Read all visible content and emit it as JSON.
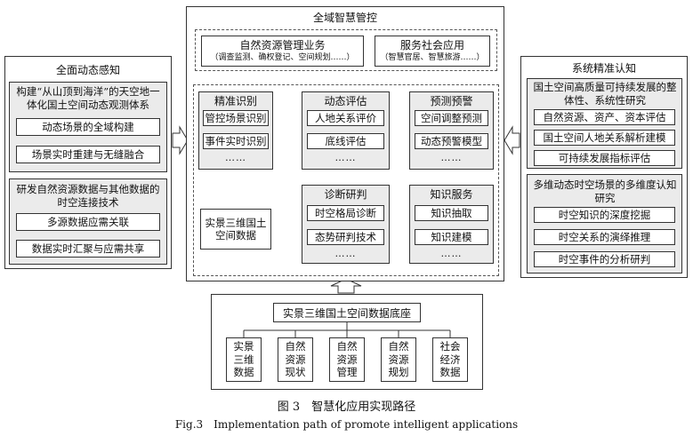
{
  "top": {
    "title": "全域智慧管控",
    "service_left": {
      "title": "自然资源管理业务",
      "sub": "（调查监测、确权登记、空间规划……）"
    },
    "service_right": {
      "title": "服务社会应用",
      "sub": "（智慧官居、智慧旅游……）"
    },
    "modules": {
      "identify": {
        "title": "精准识别",
        "items": [
          "管控场景识别",
          "事件实时识别"
        ],
        "more": "……"
      },
      "evaluate": {
        "title": "动态评估",
        "items": [
          "人地关系评价",
          "底线评估"
        ],
        "more": "……"
      },
      "warn": {
        "title": "预测预警",
        "items": [
          "空间调整预测",
          "动态预警模型"
        ],
        "more": "……"
      },
      "diagnose": {
        "title": "诊断研判",
        "items": [
          "时空格局诊断",
          "态势研判技术"
        ],
        "more": "……"
      },
      "knowledge": {
        "title": "知识服务",
        "items": [
          "知识抽取",
          "知识建模"
        ],
        "more": "……"
      }
    },
    "center_data": "实景三维国土空间数据"
  },
  "left": {
    "title": "全面动态感知",
    "group1": {
      "title": "构建“从山顶到海洋”的天空地一体化国土空间动态观测体系",
      "items": [
        "动态场景的全域构建",
        "场景实时重建与无缝融合"
      ]
    },
    "group2": {
      "title": "研发自然资源数据与其他数据的时空连接技术",
      "items": [
        "多源数据应需关联",
        "数据实时汇聚与应需共享"
      ]
    }
  },
  "right": {
    "title": "系统精准认知",
    "group1": {
      "title": "国土空间高质量可持续发展的整体性、系统性研究",
      "items": [
        "自然资源、资产、资本评估",
        "国土空间人地关系解析建模",
        "可持续发展指标评估"
      ]
    },
    "group2": {
      "title": "多维动态时空场景的多维度认知研究",
      "items": [
        "时空知识的深度挖掘",
        "时空关系的演绎推理",
        "时空事件的分析研判"
      ]
    }
  },
  "bottom": {
    "title": "实景三维国土空间数据底座",
    "items": [
      "实景三维数据",
      "自然资源现状",
      "自然资源管理",
      "自然资源规划",
      "社会经济数据"
    ]
  },
  "caption": {
    "zh": "图 3　智慧化应用实现路径",
    "en": "Fig.3　Implementation path of promote intelligent applications"
  }
}
